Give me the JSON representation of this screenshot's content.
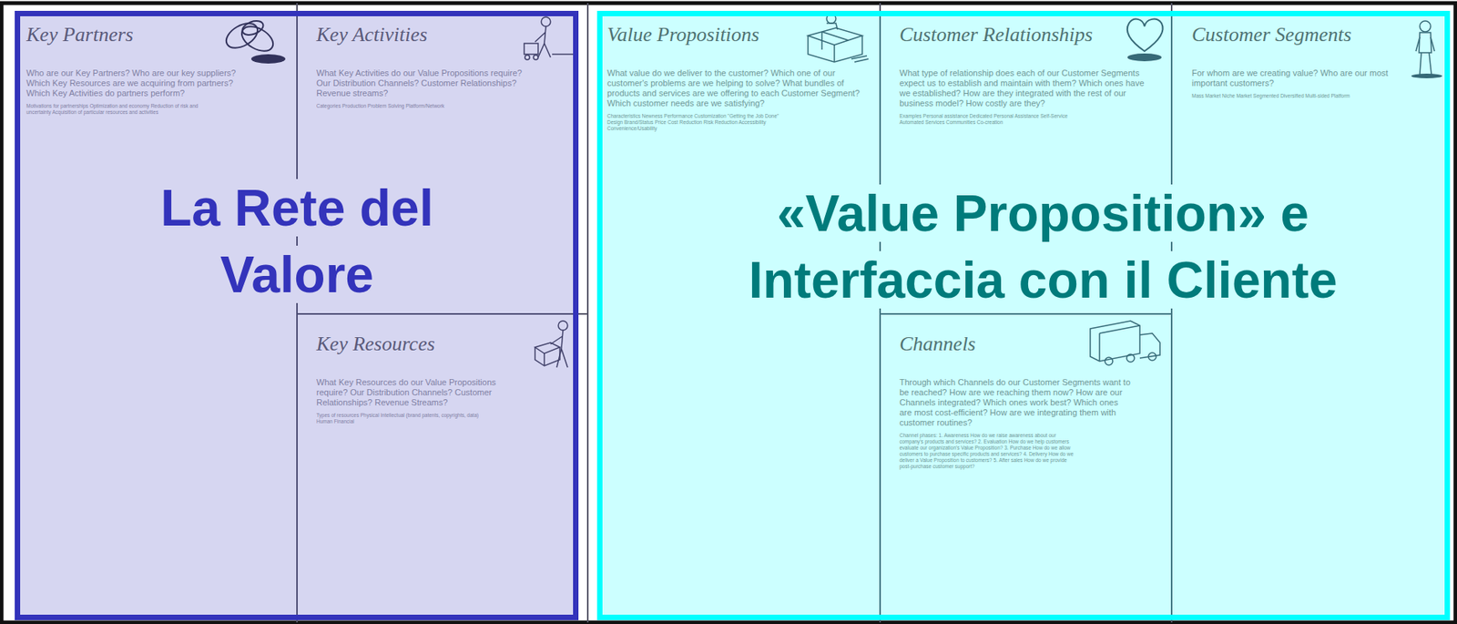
{
  "diagram": {
    "nodes": [
      {
        "text": [
          "La Rete del Valore"
        ]
      },
      {
        "text": [
          "Key Partners",
          "Who are our Key Partners? Who are our key suppliers? Which Key Resources are we acquiring from partners? Which Key Activities do partners perform?",
          "Motivations for partnerships Optimization and economy Reduction of risk and uncertainty Acquisition of particular resources and activities"
        ],
        "in": 0
      },
      {
        "text": [
          "Key Activities",
          "What Key Activities do our Value Propositions require? Our Distribution Channels? Customer Relationships? Revenue streams?",
          "Categories Production Problem Solving Platform/Network"
        ],
        "in": 0
      },
      {
        "text": [
          "Key Resources",
          "What Key Resources do our Value Propositions require? Our Distribution Channels? Customer Relationships? Revenue Streams?",
          "Types of resources Physical Intellectual (brand patents, copyrights, data) Human Financial"
        ],
        "in": 0
      },
      {
        "text": [
          "«Value Proposition» e Interfaccia con il Cliente"
        ]
      },
      {
        "text": [
          "Value Propositions",
          "What value do we deliver to the customer? Which one of our customer's problems are we helping to solve? What bundles of products and services are we offering to each Customer Segment? Which customer needs are we satisfying?",
          "Characteristics Newness Performance Customization \"Getting the Job Done\" Design Brand/Status Price Cost Reduction Risk Reduction Accessibility Convenience/Usability"
        ],
        "in": 4
      },
      {
        "text": [
          "Customer Relationships",
          "What type of relationship does each of our Customer Segments expect us to establish and maintain with them? Which ones have we established? How are they integrated with the rest of our business model? How costly are they?",
          "Examples Personal assistance Dedicated Personal Assistance Self-Service Automated Services Communities Co-creation"
        ],
        "in": 4
      },
      {
        "text": [
          "Channels",
          "Through which Channels do our Customer Segments want to be reached? How are we reaching them now? How are our Channels integrated? Which ones work best? Which ones are most cost-efficient? How are we integrating them with customer routines?",
          "Channel phases: 1. Awareness How do we raise awareness about our company's products and services? 2. Evaluation How do we help customers evaluate our organization's Value Proposition? 3. Purchase How do we allow customers to purchase specific products and services? 4. Delivery How do we deliver a Value Proposition to customers? 5. After sales How do we provide post-purchase customer support?"
        ],
        "in": 4
      },
      {
        "text": [
          "Customer Segments",
          "For whom are we creating value? Who are our most important customers?",
          "Mass Market Niche Market Segmented Diversified Multi-sided Platform"
        ],
        "in": 4
      }
    ]
  }
}
